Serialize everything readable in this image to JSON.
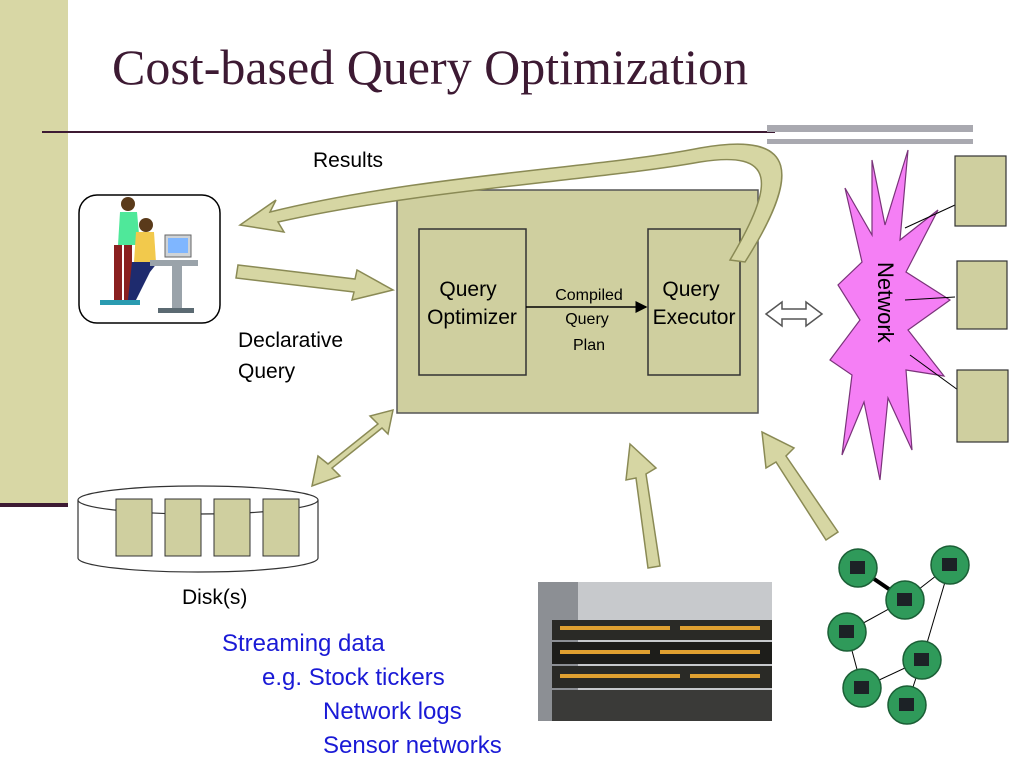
{
  "title": "Cost-based Query Optimization",
  "labels": {
    "results": "Results",
    "declarative_query_l1": "Declarative",
    "declarative_query_l2": "Query",
    "query_optimizer_l1": "Query",
    "query_optimizer_l2": "Optimizer",
    "compiled_l1": "Compiled",
    "compiled_l2": "Query",
    "compiled_l3": "Plan",
    "query_executor_l1": "Query",
    "query_executor_l2": "Executor",
    "network": "Network",
    "disks": "Disk(s)"
  },
  "streaming": {
    "heading": "Streaming data",
    "line1": "e.g.  Stock tickers",
    "line2": "Network logs",
    "line3": "Sensor networks"
  },
  "colors": {
    "title": "#3d1a33",
    "band": "#d8d7a5",
    "box_fill": "#cfcf9f",
    "arrow_fill": "#d6d6a3",
    "arrow_stroke": "#8a8a55",
    "network_fill": "#f57ff5",
    "streaming_text": "#1a1ad6"
  },
  "icons": [
    "people-at-computer-icon",
    "stock-ticker-photo",
    "sensor-network-icon"
  ]
}
